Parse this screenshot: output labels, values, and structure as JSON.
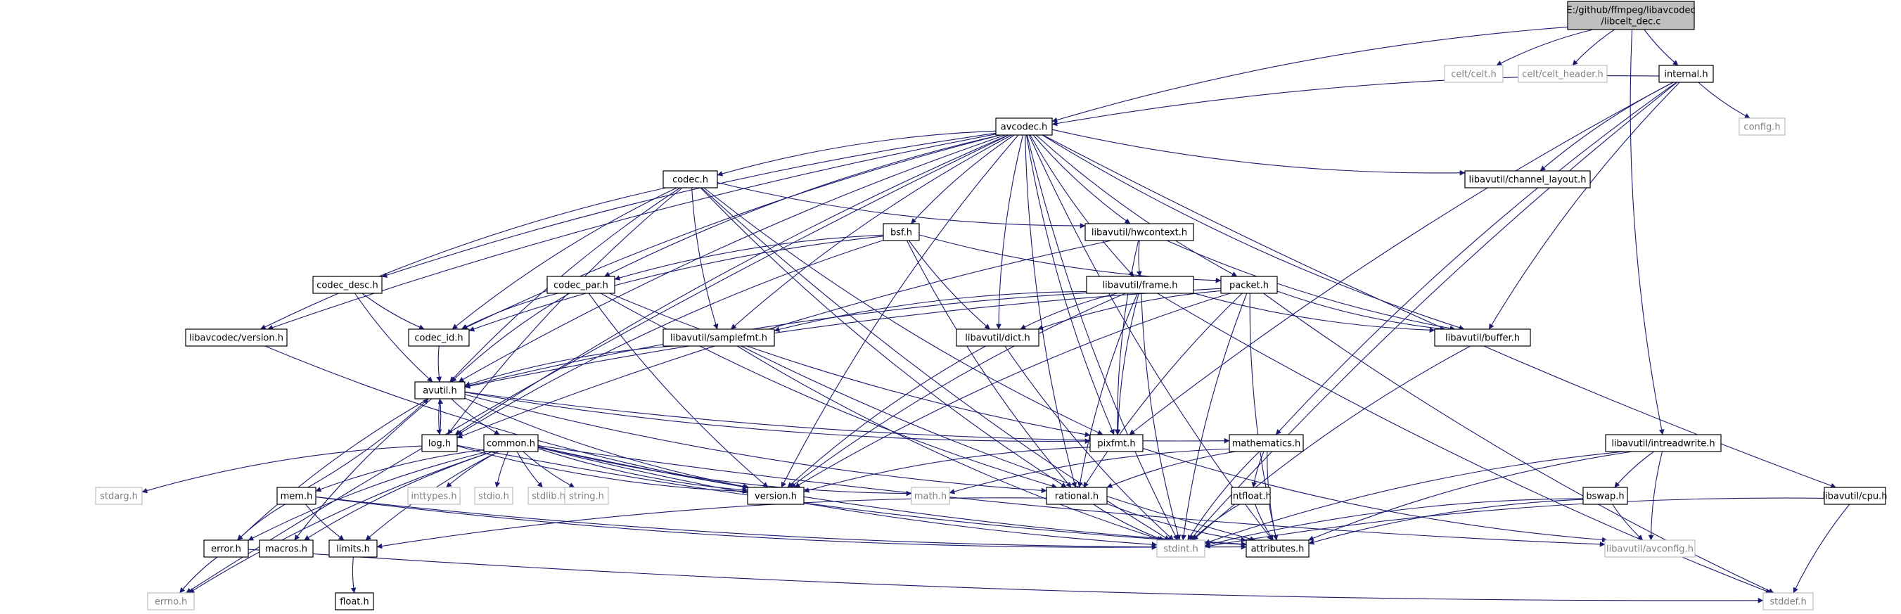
{
  "diagram": {
    "colors": {
      "edge": "#191970",
      "root_fill": "#bfbfbf",
      "node_stroke": "#000000",
      "leaf_stroke": "#bfbfbf",
      "leaf_text": "#7f7f7f"
    },
    "nodes": [
      {
        "id": "root",
        "label": "E:/github/ffmpeg/libavcodec\n/libcelt_dec.c",
        "style": "root"
      },
      {
        "id": "celt",
        "label": "celt/celt.h",
        "style": "leaf"
      },
      {
        "id": "celt_header",
        "label": "celt/celt_header.h",
        "style": "leaf"
      },
      {
        "id": "internal",
        "label": "internal.h",
        "style": "normal"
      },
      {
        "id": "avcodec",
        "label": "avcodec.h",
        "style": "normal"
      },
      {
        "id": "config",
        "label": "config.h",
        "style": "leaf"
      },
      {
        "id": "codec",
        "label": "codec.h",
        "style": "normal"
      },
      {
        "id": "channel_layout",
        "label": "libavutil/channel_layout.h",
        "style": "normal"
      },
      {
        "id": "bsf",
        "label": "bsf.h",
        "style": "normal"
      },
      {
        "id": "hwcontext",
        "label": "libavutil/hwcontext.h",
        "style": "normal"
      },
      {
        "id": "codec_desc",
        "label": "codec_desc.h",
        "style": "normal"
      },
      {
        "id": "codec_par",
        "label": "codec_par.h",
        "style": "normal"
      },
      {
        "id": "frame",
        "label": "libavutil/frame.h",
        "style": "normal"
      },
      {
        "id": "packet",
        "label": "packet.h",
        "style": "normal"
      },
      {
        "id": "lavc_version",
        "label": "libavcodec/version.h",
        "style": "normal"
      },
      {
        "id": "codec_id",
        "label": "codec_id.h",
        "style": "normal"
      },
      {
        "id": "samplefmt",
        "label": "libavutil/samplefmt.h",
        "style": "normal"
      },
      {
        "id": "dict",
        "label": "libavutil/dict.h",
        "style": "normal"
      },
      {
        "id": "buffer",
        "label": "libavutil/buffer.h",
        "style": "normal"
      },
      {
        "id": "avutil",
        "label": "avutil.h",
        "style": "normal"
      },
      {
        "id": "log",
        "label": "log.h",
        "style": "normal"
      },
      {
        "id": "common",
        "label": "common.h",
        "style": "normal"
      },
      {
        "id": "pixfmt",
        "label": "pixfmt.h",
        "style": "normal"
      },
      {
        "id": "mathematics",
        "label": "mathematics.h",
        "style": "normal"
      },
      {
        "id": "intreadwrite",
        "label": "libavutil/intreadwrite.h",
        "style": "normal"
      },
      {
        "id": "stdarg",
        "label": "stdarg.h",
        "style": "leaf"
      },
      {
        "id": "mem",
        "label": "mem.h",
        "style": "normal"
      },
      {
        "id": "inttypes",
        "label": "inttypes.h",
        "style": "leaf"
      },
      {
        "id": "stdio",
        "label": "stdio.h",
        "style": "leaf"
      },
      {
        "id": "stdlib",
        "label": "stdlib.h",
        "style": "leaf"
      },
      {
        "id": "string",
        "label": "string.h",
        "style": "leaf"
      },
      {
        "id": "version",
        "label": "version.h",
        "style": "normal"
      },
      {
        "id": "math",
        "label": "math.h",
        "style": "leaf"
      },
      {
        "id": "rational",
        "label": "rational.h",
        "style": "normal"
      },
      {
        "id": "intfloat",
        "label": "intfloat.h",
        "style": "normal"
      },
      {
        "id": "bswap",
        "label": "bswap.h",
        "style": "normal"
      },
      {
        "id": "cpu",
        "label": "libavutil/cpu.h",
        "style": "normal"
      },
      {
        "id": "error",
        "label": "error.h",
        "style": "normal"
      },
      {
        "id": "macros",
        "label": "macros.h",
        "style": "normal"
      },
      {
        "id": "limits",
        "label": "limits.h",
        "style": "normal"
      },
      {
        "id": "stdint",
        "label": "stdint.h",
        "style": "leaf"
      },
      {
        "id": "attributes",
        "label": "attributes.h",
        "style": "normal"
      },
      {
        "id": "avconfig",
        "label": "libavutil/avconfig.h",
        "style": "leaf"
      },
      {
        "id": "errno",
        "label": "errno.h",
        "style": "leaf"
      },
      {
        "id": "float",
        "label": "float.h",
        "style": "normal"
      },
      {
        "id": "stddef",
        "label": "stddef.h",
        "style": "leaf"
      }
    ],
    "edges": [
      [
        "root",
        "celt"
      ],
      [
        "root",
        "celt_header"
      ],
      [
        "root",
        "internal"
      ],
      [
        "root",
        "avcodec"
      ],
      [
        "root",
        "intreadwrite"
      ],
      [
        "internal",
        "avcodec"
      ],
      [
        "internal",
        "config"
      ],
      [
        "internal",
        "channel_layout"
      ],
      [
        "internal",
        "buffer"
      ],
      [
        "internal",
        "pixfmt"
      ],
      [
        "internal",
        "mathematics"
      ],
      [
        "internal",
        "stdint"
      ],
      [
        "avcodec",
        "codec"
      ],
      [
        "avcodec",
        "channel_layout"
      ],
      [
        "avcodec",
        "bsf"
      ],
      [
        "avcodec",
        "hwcontext"
      ],
      [
        "avcodec",
        "codec_desc"
      ],
      [
        "avcodec",
        "codec_par"
      ],
      [
        "avcodec",
        "frame"
      ],
      [
        "avcodec",
        "packet"
      ],
      [
        "avcodec",
        "lavc_version"
      ],
      [
        "avcodec",
        "codec_id"
      ],
      [
        "avcodec",
        "samplefmt"
      ],
      [
        "avcodec",
        "dict"
      ],
      [
        "avcodec",
        "buffer"
      ],
      [
        "avcodec",
        "avutil"
      ],
      [
        "avcodec",
        "log"
      ],
      [
        "avcodec",
        "pixfmt"
      ],
      [
        "avcodec",
        "rational"
      ],
      [
        "avcodec",
        "attributes"
      ],
      [
        "avcodec",
        "errno"
      ],
      [
        "avcodec",
        "cpu"
      ],
      [
        "avcodec",
        "stdint"
      ],
      [
        "avcodec",
        "version"
      ],
      [
        "codec",
        "hwcontext"
      ],
      [
        "codec",
        "lavc_version"
      ],
      [
        "codec",
        "codec_id"
      ],
      [
        "codec",
        "samplefmt"
      ],
      [
        "codec",
        "avutil"
      ],
      [
        "codec",
        "log"
      ],
      [
        "codec",
        "pixfmt"
      ],
      [
        "codec",
        "rational"
      ],
      [
        "codec",
        "stdint"
      ],
      [
        "bsf",
        "codec_id"
      ],
      [
        "bsf",
        "codec_par"
      ],
      [
        "bsf",
        "packet"
      ],
      [
        "bsf",
        "dict"
      ],
      [
        "bsf",
        "log"
      ],
      [
        "bsf",
        "rational"
      ],
      [
        "hwcontext",
        "frame"
      ],
      [
        "hwcontext",
        "buffer"
      ],
      [
        "hwcontext",
        "pixfmt"
      ],
      [
        "hwcontext",
        "log"
      ],
      [
        "codec_desc",
        "codec_id"
      ],
      [
        "codec_desc",
        "avutil"
      ],
      [
        "codec_par",
        "codec_id"
      ],
      [
        "codec_par",
        "avutil"
      ],
      [
        "codec_par",
        "pixfmt"
      ],
      [
        "codec_par",
        "rational"
      ],
      [
        "codec_par",
        "version"
      ],
      [
        "frame",
        "buffer"
      ],
      [
        "frame",
        "dict"
      ],
      [
        "frame",
        "samplefmt"
      ],
      [
        "frame",
        "avutil"
      ],
      [
        "frame",
        "pixfmt"
      ],
      [
        "frame",
        "rational"
      ],
      [
        "frame",
        "version"
      ],
      [
        "frame",
        "stdint"
      ],
      [
        "frame",
        "stddef"
      ],
      [
        "packet",
        "buffer"
      ],
      [
        "packet",
        "dict"
      ],
      [
        "packet",
        "avutil"
      ],
      [
        "packet",
        "rational"
      ],
      [
        "packet",
        "version"
      ],
      [
        "packet",
        "attributes"
      ],
      [
        "packet",
        "stdint"
      ],
      [
        "packet",
        "stddef"
      ],
      [
        "lavc_version",
        "version"
      ],
      [
        "codec_id",
        "avutil"
      ],
      [
        "samplefmt",
        "avutil"
      ],
      [
        "samplefmt",
        "attributes"
      ],
      [
        "samplefmt",
        "stdint"
      ],
      [
        "dict",
        "version"
      ],
      [
        "dict",
        "stdint"
      ],
      [
        "buffer",
        "stdint"
      ],
      [
        "avutil",
        "log"
      ],
      [
        "avutil",
        "common"
      ],
      [
        "avutil",
        "pixfmt"
      ],
      [
        "avutil",
        "mathematics"
      ],
      [
        "avutil",
        "rational"
      ],
      [
        "avutil",
        "version"
      ],
      [
        "avutil",
        "error"
      ],
      [
        "avutil",
        "macros"
      ],
      [
        "log",
        "avutil"
      ],
      [
        "log",
        "stdarg"
      ],
      [
        "log",
        "version"
      ],
      [
        "log",
        "attributes"
      ],
      [
        "common",
        "mem"
      ],
      [
        "common",
        "errno"
      ],
      [
        "common",
        "inttypes"
      ],
      [
        "common",
        "stdio"
      ],
      [
        "common",
        "stdlib"
      ],
      [
        "common",
        "string"
      ],
      [
        "common",
        "version"
      ],
      [
        "common",
        "math"
      ],
      [
        "common",
        "limits"
      ],
      [
        "common",
        "macros"
      ],
      [
        "common",
        "error"
      ],
      [
        "common",
        "attributes"
      ],
      [
        "common",
        "stdint"
      ],
      [
        "common",
        "avconfig"
      ],
      [
        "mem",
        "avutil"
      ],
      [
        "mem",
        "error"
      ],
      [
        "mem",
        "limits"
      ],
      [
        "mem",
        "attributes"
      ],
      [
        "mem",
        "stdint"
      ],
      [
        "pixfmt",
        "version"
      ],
      [
        "pixfmt",
        "avconfig"
      ],
      [
        "mathematics",
        "rational"
      ],
      [
        "mathematics",
        "intfloat"
      ],
      [
        "mathematics",
        "math"
      ],
      [
        "mathematics",
        "attributes"
      ],
      [
        "mathematics",
        "stdint"
      ],
      [
        "rational",
        "limits"
      ],
      [
        "rational",
        "attributes"
      ],
      [
        "rational",
        "stdint"
      ],
      [
        "intfloat",
        "attributes"
      ],
      [
        "intfloat",
        "stdint"
      ],
      [
        "intreadwrite",
        "bswap"
      ],
      [
        "intreadwrite",
        "attributes"
      ],
      [
        "intreadwrite",
        "avconfig"
      ],
      [
        "intreadwrite",
        "stdint"
      ],
      [
        "bswap",
        "attributes"
      ],
      [
        "bswap",
        "avconfig"
      ],
      [
        "bswap",
        "stdint"
      ],
      [
        "cpu",
        "stdint"
      ],
      [
        "cpu",
        "stddef"
      ],
      [
        "error",
        "errno"
      ],
      [
        "error",
        "stddef"
      ],
      [
        "limits",
        "float"
      ]
    ]
  }
}
